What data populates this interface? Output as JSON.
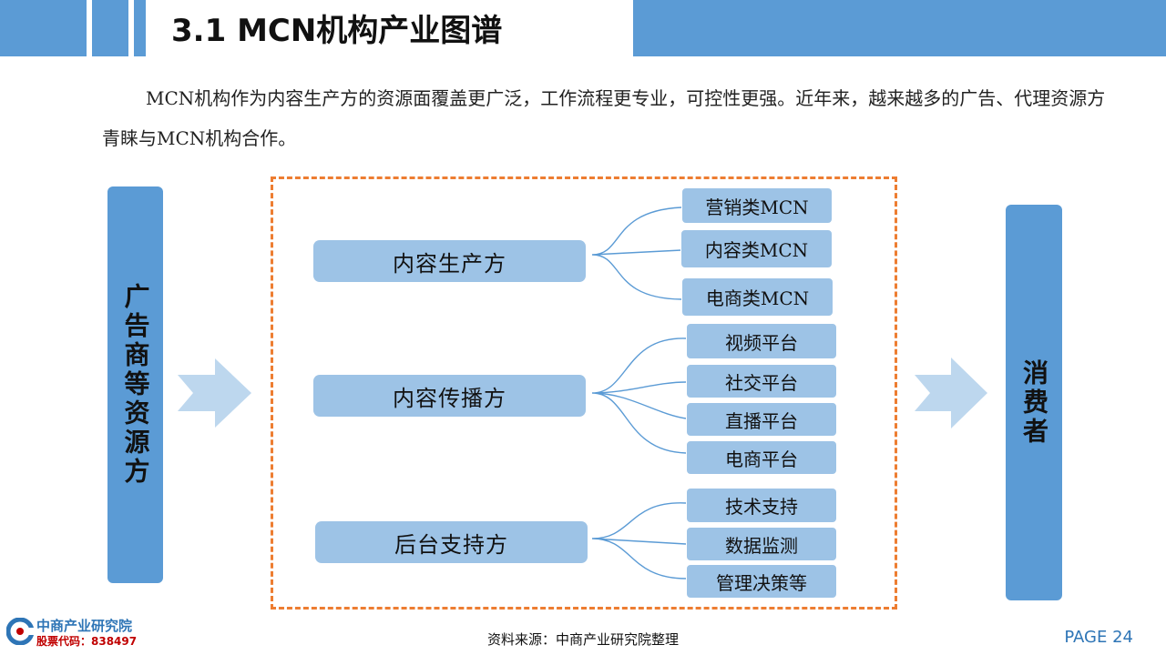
{
  "header": {
    "title": "3.1 MCN机构产业图谱"
  },
  "intro": {
    "text": "MCN机构作为内容生产方的资源面覆盖更广泛，工作流程更专业，可控性更强。近年来，越来越多的广告、代理资源方青睐与MCN机构合作。"
  },
  "diagram": {
    "left_label": "广告商等资源方",
    "right_label": "消费者",
    "groups": [
      {
        "label": "内容生产方",
        "items": [
          "营销类MCN",
          "内容类MCN",
          "电商类MCN"
        ]
      },
      {
        "label": "内容传播方",
        "items": [
          "视频平台",
          "社交平台",
          "直播平台",
          "电商平台"
        ]
      },
      {
        "label": "后台支持方",
        "items": [
          "技术支持",
          "数据监测",
          "管理决策等"
        ]
      }
    ]
  },
  "footer": {
    "source": "资料来源：中商产业研究院整理",
    "page": "PAGE 24",
    "logo_name": "中商产业研究院",
    "logo_stock": "股票代码：838497"
  },
  "colors": {
    "header_blue": "#5b9bd5",
    "box_light_blue": "#9dc3e6",
    "frame_orange": "#ed7d31",
    "arrow_light": "#bdd7ee"
  }
}
